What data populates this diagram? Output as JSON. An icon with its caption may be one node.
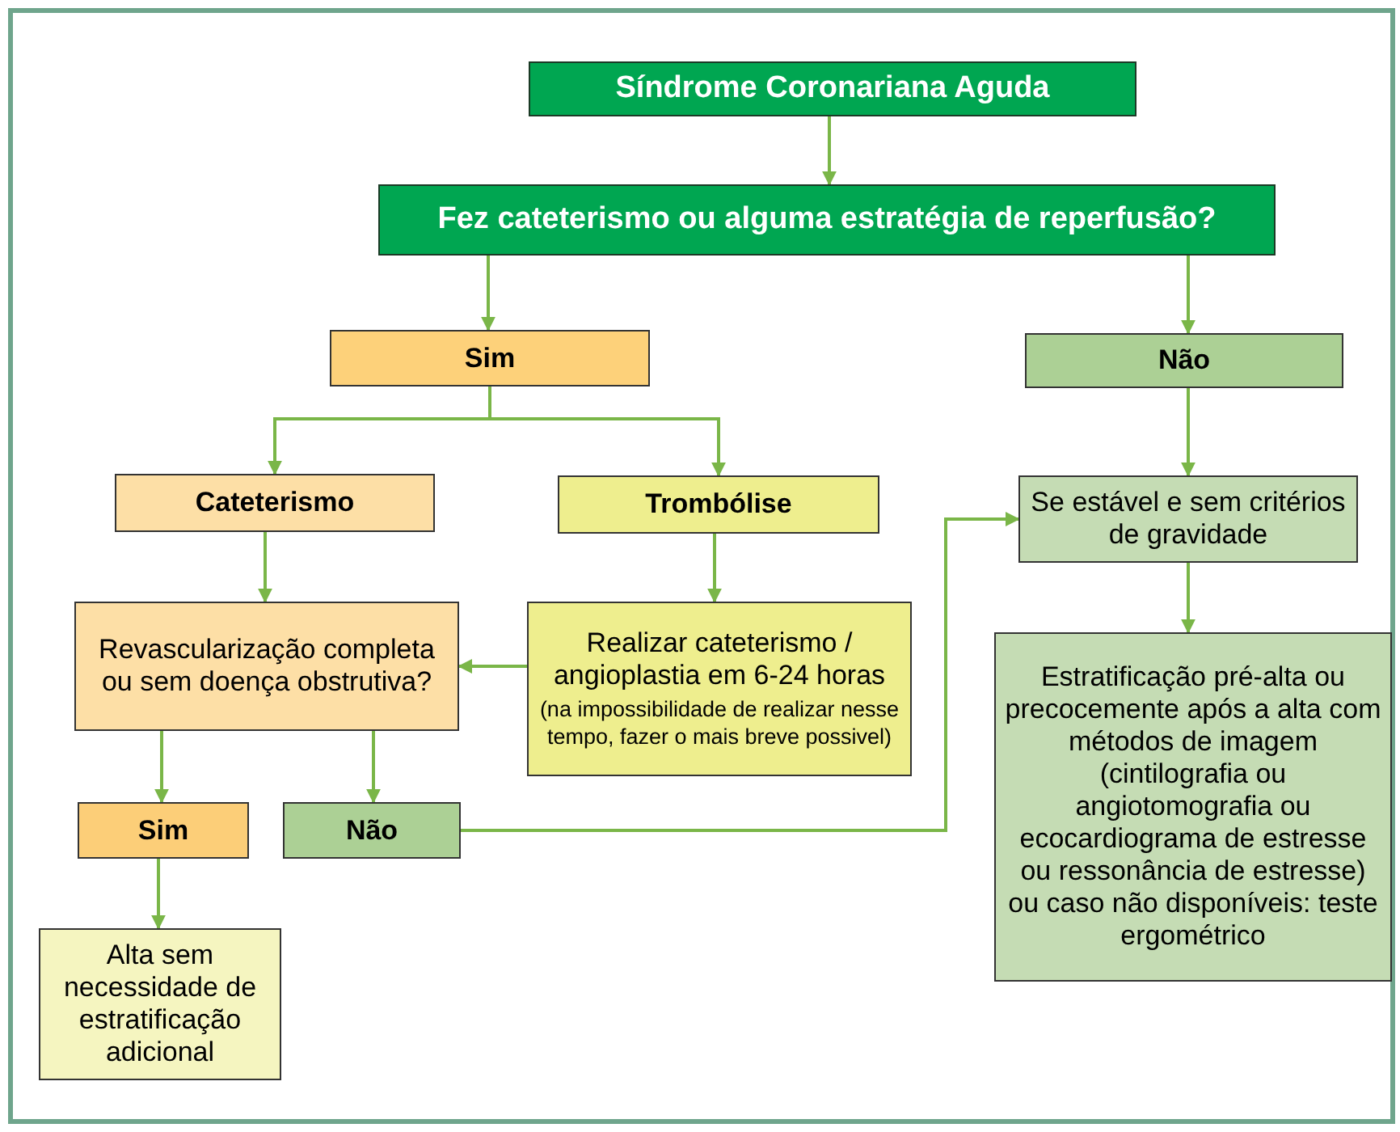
{
  "diagram": {
    "nodes": [
      {
        "text": [
          "Síndrome Coronariana Aguda"
        ]
      },
      {
        "text": [
          "Fez cateterismo ou alguma estratégia de reperfusão?"
        ]
      },
      {
        "text": [
          "Sim"
        ]
      },
      {
        "text": [
          "Não"
        ]
      },
      {
        "text": [
          "Cateterismo"
        ]
      },
      {
        "text": [
          "Trombólise"
        ]
      },
      {
        "text": [
          "Revascularização completa ou sem doença obstrutiva?"
        ]
      },
      {
        "text": [
          "Realizar cateterismo / angioplastia em 6-24 horas",
          "(na impossibilidade de realizar nesse tempo, fazer o mais breve possivel)"
        ]
      },
      {
        "text": [
          "Sim"
        ]
      },
      {
        "text": [
          "Não"
        ]
      },
      {
        "text": [
          "Alta sem necessidade de estratificação adicional"
        ]
      },
      {
        "text": [
          "Se estável e sem critérios de gravidade"
        ]
      },
      {
        "text": [
          "Estratificação pré-alta ou precocemente após a alta com métodos de imagem (cintilografia ou angiotomografia ou ecocardiograma de estresse ou ressonância de estresse) ou caso não disponíveis: teste ergométrico"
        ]
      }
    ],
    "edges": [
      {
        "from": 0,
        "to": 1,
        "arrow": "to"
      },
      {
        "from": 1,
        "to": 2,
        "arrow": "to"
      },
      {
        "from": 1,
        "to": 3,
        "arrow": "to"
      },
      {
        "from": 2,
        "to": 4,
        "arrow": "to"
      },
      {
        "from": 2,
        "to": 5,
        "arrow": "to"
      },
      {
        "from": 4,
        "to": 6,
        "arrow": "to"
      },
      {
        "from": 5,
        "to": 7,
        "arrow": "to"
      },
      {
        "from": 7,
        "to": 6,
        "arrow": "to"
      },
      {
        "from": 6,
        "to": 8,
        "arrow": "to"
      },
      {
        "from": 6,
        "to": 9,
        "arrow": "to"
      },
      {
        "from": 8,
        "to": 10,
        "arrow": "to"
      },
      {
        "from": 9,
        "to": 11,
        "arrow": "to"
      },
      {
        "from": 3,
        "to": 11,
        "arrow": "to"
      },
      {
        "from": 11,
        "to": 12,
        "arrow": "to"
      }
    ]
  }
}
